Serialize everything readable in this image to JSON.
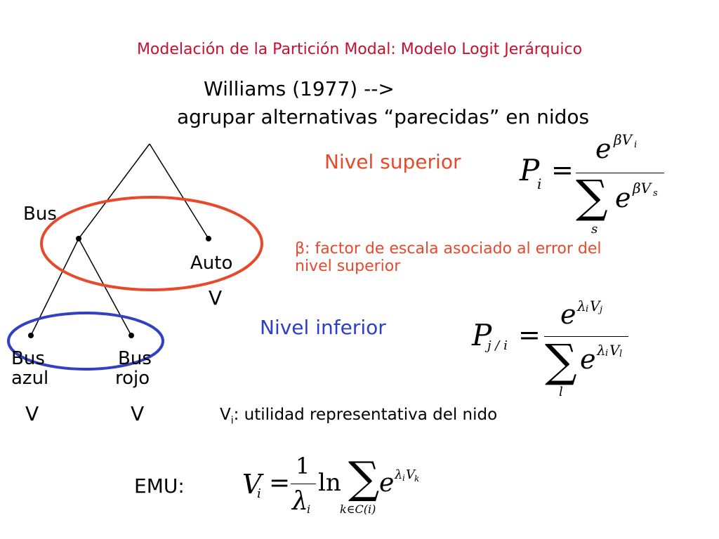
{
  "slide": {
    "title": "Modelación de la Partición Modal: Modelo Logit Jerárquico",
    "subtitle_line1": "Williams (1977) -->",
    "subtitle_line2": "agrupar alternativas “parecidas” en nidos",
    "nivel_superior": "Nivel superior",
    "nivel_inferior": "Nivel inferior",
    "beta_note_sym": "β",
    "beta_note_line1": ": factor de escala asociado al error del",
    "beta_note_line2": "nivel superior",
    "vi_note_v": "V",
    "vi_note_sub": "i",
    "vi_note_text": ": utilidad representativa del nido",
    "emu_label": "EMU:"
  },
  "tree": {
    "bus": "Bus",
    "auto": "Auto",
    "auto_v": "V",
    "bus_azul_1": "Bus",
    "bus_azul_2": "azul",
    "bus_azul_v": "V",
    "bus_rojo_1": "Bus",
    "bus_rojo_2": "rojo",
    "bus_rojo_v": "V"
  },
  "formulas": {
    "upper": {
      "lhs": "P",
      "lhs_sub": "i",
      "eq": "=",
      "num_e": "e",
      "num_exp": "βV",
      "num_exp_sub": "i",
      "sum": "∑",
      "sum_index": "s",
      "den_e": "e",
      "den_exp": "βV",
      "den_exp_sub": "s"
    },
    "lower": {
      "lhs": "P",
      "lhs_sub": "j / i",
      "eq": "=",
      "num_e": "e",
      "num_exp": "λ",
      "num_exp_i": "i",
      "num_exp_v": "V",
      "num_exp_sub": "j",
      "sum": "∑",
      "sum_index": "l",
      "den_e": "e",
      "den_exp": "λ",
      "den_exp_i": "i",
      "den_exp_v": "V",
      "den_exp_sub": "l"
    },
    "emu": {
      "lhs": "V",
      "lhs_sub": "i",
      "eq": "=",
      "frac_num": "1",
      "frac_den": "λ",
      "frac_den_sub": "i",
      "ln": "ln",
      "sum": "∑",
      "sum_index": "k∈C(i)",
      "e": "e",
      "exp": "λ",
      "exp_i": "i",
      "exp_v": "V",
      "exp_sub": "k"
    }
  },
  "colors": {
    "title": "#c8102e",
    "upper_ellipse": "#e8492b",
    "lower_ellipse": "#3340c4",
    "nivel_superior": "#e8492b",
    "nivel_inferior": "#2b3fc9"
  }
}
